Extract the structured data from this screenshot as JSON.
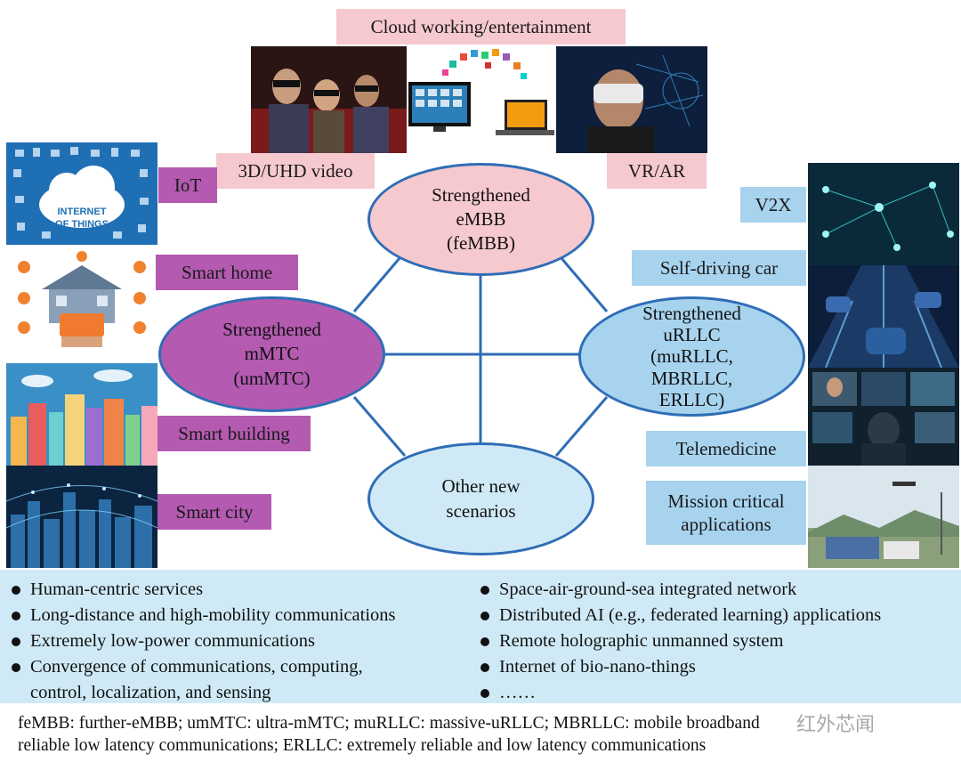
{
  "center": {
    "top": {
      "line1": "Strengthened",
      "line2": "eMBB",
      "line3": "(feMBB)"
    },
    "left": {
      "line1": "Strengthened",
      "line2": "mMTC",
      "line3": "(umMTC)"
    },
    "right": {
      "line1": "Strengthened",
      "line2": "uRLLC",
      "line3": "(muRLLC,",
      "line4": "MBRLLC,",
      "line5": "ERLLC)"
    },
    "bottom": {
      "line1": "Other new",
      "line2": "scenarios"
    }
  },
  "top_labels": {
    "cloud": "Cloud working/entertainment",
    "video": "3D/UHD video",
    "vr": "VR/AR"
  },
  "left_labels": {
    "iot": "IoT",
    "home": "Smart home",
    "building": "Smart building",
    "city": "Smart city"
  },
  "right_labels": {
    "v2x": "V2X",
    "car": "Self-driving car",
    "tele": "Telemedicine",
    "mission1": "Mission critical",
    "mission2": "applications"
  },
  "iot_image_text": {
    "line1": "INTERNET",
    "line2": "OF THINGS"
  },
  "bullets_left": [
    "Human-centric services",
    "Long-distance and high-mobility communications",
    "Extremely low-power communications",
    "Convergence of communications, computing,",
    "control, localization, and sensing"
  ],
  "bullets_right": [
    "Space-air-ground-sea integrated network",
    "Distributed AI (e.g., federated learning) applications",
    "Remote holographic unmanned system",
    "Internet of bio-nano-things",
    "……"
  ],
  "footnote": {
    "line1": "feMBB: further-eMBB; umMTC: ultra-mMTC; muRLLC: massive-uRLLC; MBRLLC: mobile broadband",
    "line2": "reliable low latency communications; ERLLC: extremely reliable and low latency communications"
  },
  "watermark": "红外芯闻",
  "colors": {
    "pink": "#f6c9cf",
    "purple": "#b45ab1",
    "blue": "#a7d3ee",
    "line": "#2f6db7",
    "panel": "#cfeaf6"
  }
}
